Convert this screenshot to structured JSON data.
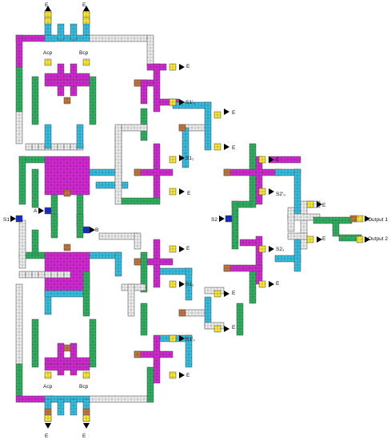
{
  "colors": {
    "magenta": "#d62ad6",
    "cyan": "#36c3e6",
    "green": "#2fb562",
    "white": "#f2f2f2",
    "yellow": "#ffee33",
    "orange": "#c8783c",
    "blue": "#1c2fd0",
    "grid": "#000000"
  },
  "labels": {
    "E": "E",
    "acp": "Acp",
    "bcp": "Bcp",
    "a": "A",
    "b": "B",
    "s1": "S1",
    "s2": "S2",
    "s1_0_upper": "S1'₀",
    "s1_1_upper": "S1₁",
    "s1_1_lower": "S1₁",
    "s1_0_lower": "S1'₀",
    "s2_0": "S2'₀",
    "s2_1": "S2₁",
    "output1": "Output 1",
    "output2": "Output 2"
  }
}
